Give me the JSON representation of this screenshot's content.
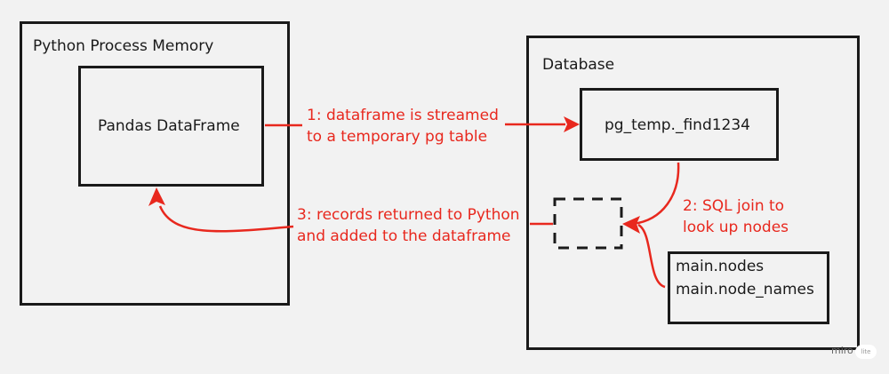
{
  "python_container": {
    "label": "Python Process Memory"
  },
  "dataframe_box": {
    "label": "Pandas DataFrame"
  },
  "database_container": {
    "label": "Database"
  },
  "temp_table_box": {
    "label": "pg_temp._find1234"
  },
  "node_tables_box": {
    "lines": [
      "main.nodes",
      "main.node_names"
    ]
  },
  "result_placeholder": {
    "style": "dashed"
  },
  "annotations": {
    "step1": [
      "1: dataframe is streamed",
      "to a temporary pg table"
    ],
    "step2": [
      "2: SQL join to",
      "look up nodes"
    ],
    "step3": [
      "3: records returned to Python",
      "and added to the dataframe"
    ]
  },
  "colors": {
    "arrow": "#e8281e",
    "border": "#1a1a1a",
    "background": "#f2f2f2"
  },
  "watermark": {
    "text": "miro",
    "badge": "lite"
  }
}
